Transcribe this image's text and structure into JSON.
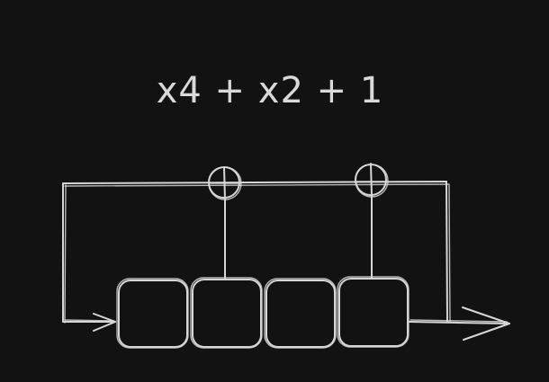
{
  "diagram": {
    "polynomial": "x4 + x2 + 1",
    "register_cell_count": 4,
    "xor_tap_count": 2,
    "colors": {
      "background": "#121212",
      "stroke": "#d6d6d6",
      "text": "#d9d9d9"
    },
    "icons": [
      "xor-icon",
      "arrow-right-icon"
    ]
  }
}
